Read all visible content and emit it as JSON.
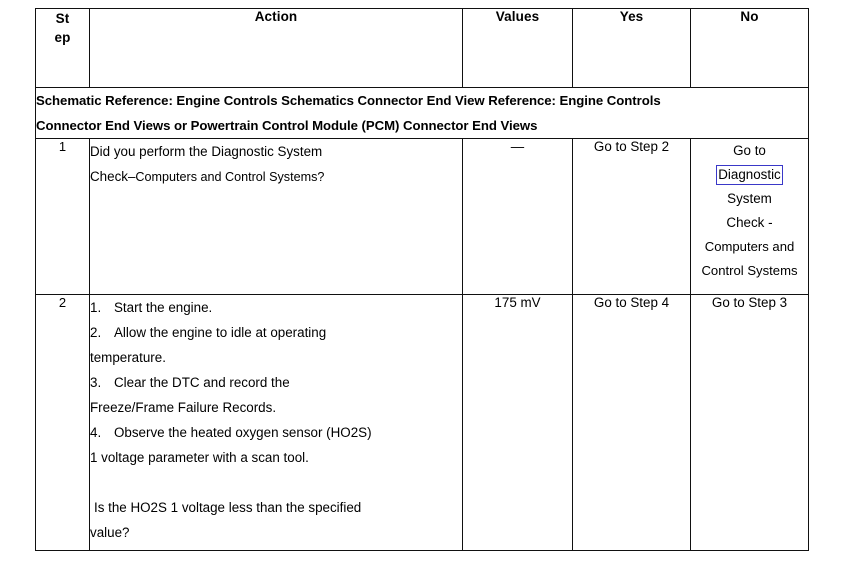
{
  "table": {
    "headers": {
      "step": "Step",
      "step_line1": "St",
      "step_line2": "ep",
      "action": "Action",
      "values": "Values",
      "yes": "Yes",
      "no": "No"
    },
    "schematic_band": {
      "line1": "Schematic Reference: Engine Controls Schematics Connector End View Reference: Engine Controls",
      "line2": "Connector End Views or Powertrain Control Module (PCM) Connector End Views"
    },
    "rows": [
      {
        "step": "1",
        "action": {
          "line1": "Did you perform the Diagnostic System",
          "line2_main": "Check–",
          "line2_sub": "Computers and Control Systems?"
        },
        "values": "—",
        "yes": "Go to Step 2",
        "no_lines": [
          "Go to",
          "Diagnostic",
          "System",
          "Check -",
          "Computers  and",
          "Control Systems"
        ],
        "no_boxed_line_index": 1
      },
      {
        "step": "2",
        "action": {
          "items": [
            {
              "num": "1.",
              "text": "Start the engine."
            },
            {
              "num": "2.",
              "text": "Allow the engine to idle at operating"
            },
            {
              "num": "",
              "text": "temperature."
            },
            {
              "num": "3.",
              "text": "Clear the DTC and record the"
            },
            {
              "num": "",
              "text": "Freeze/Frame Failure Records."
            },
            {
              "num": "4.",
              "text": "Observe the heated oxygen sensor (HO2S)"
            },
            {
              "num": "",
              "text": "1 voltage parameter with a scan tool."
            }
          ],
          "question_line1": "Is the HO2S 1 voltage less than the specified",
          "question_line2": "value?"
        },
        "values": "175 mV",
        "yes": "Go to Step 4",
        "no_lines": [
          "Go to Step 3"
        ],
        "no_boxed_line_index": -1
      }
    ]
  },
  "colors": {
    "border": "#111111",
    "background": "#ffffff",
    "text": "#000000",
    "selection_box": "#3a38c8"
  }
}
